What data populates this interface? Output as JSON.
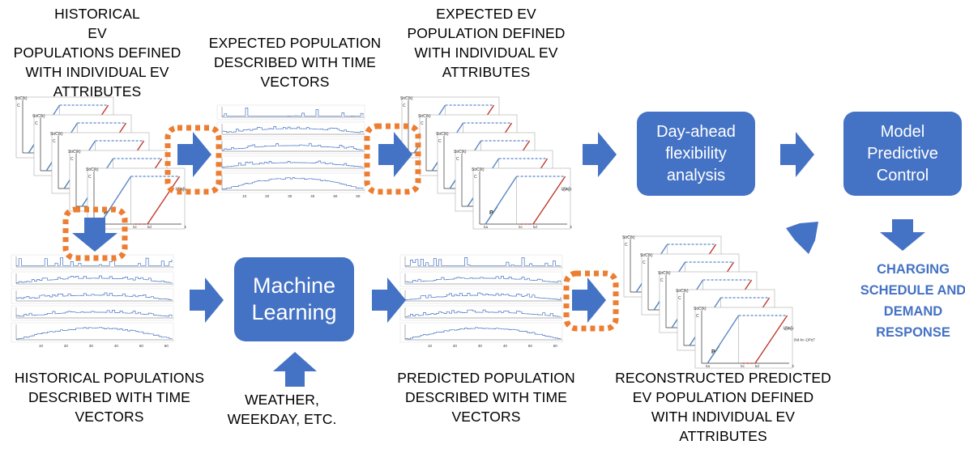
{
  "captions": {
    "historical_ev_populations": "HISTORICAL\nEV\nPOPULATIONS DEFINED\nWITH INDIVIDUAL EV\nATTRIBUTES",
    "expected_population_time_vectors": "EXPECTED POPULATION\nDESCRIBED WITH TIME\nVECTORS",
    "expected_ev_population_individual": "EXPECTED EV\nPOPULATION DEFINED\nWITH INDIVIDUAL EV\nATTRIBUTES",
    "historical_populations_time_vectors": "HISTORICAL POPULATIONS\nDESCRIBED WITH TIME\nVECTORS",
    "weather_weekday": "WEATHER,\nWEEKDAY, ETC.",
    "predicted_population_time_vectors": "PREDICTED POPULATION\nDESCRIBED WITH TIME\nVECTORS",
    "reconstructed_predicted_population": "RECONSTRUCTED PREDICTED\nEV POPULATION DEFINED\nWITH INDIVIDUAL EV\nATTRIBUTES"
  },
  "boxes": {
    "day_ahead": "Day-ahead\nflexibility\nanalysis",
    "mpc": "Model\nPredictive\nControl",
    "machine_learning": "Machine\nLearning"
  },
  "output_label": "CHARGING\nSCHEDULE AND\nDEMAND\nRESPONSE",
  "ev_plot_labels": {
    "soc": "SoC(k)",
    "c": "C",
    "kd_ka": "(kd-ka)PηT",
    "one_pt": "1)PηT",
    "p": "P",
    "ka": "ka",
    "kc": "kc",
    "kd": "kd",
    "k": "k",
    "kd_kc": "(kd-kc-1)PηT"
  },
  "tick_labels": [
    "10",
    "20",
    "30",
    "40",
    "50",
    "60"
  ],
  "colors": {
    "accent": "#4472c4",
    "highlight": "#ed7d31",
    "ev_blue": "#5b86c9",
    "ev_red": "#c0392b",
    "ev_green": "#5aaa46"
  }
}
